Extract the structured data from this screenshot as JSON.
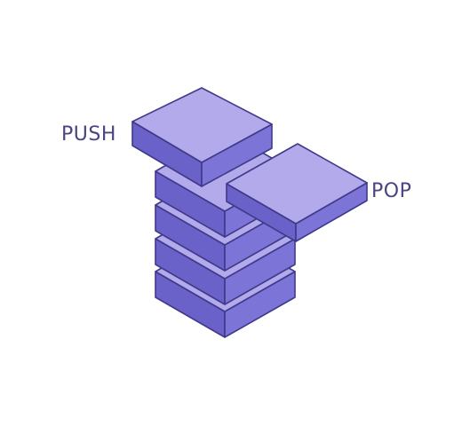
{
  "labels": {
    "push": "PUSH",
    "pop": "POP"
  },
  "colors": {
    "top_face": "#b2aaeb",
    "left_face": "#6a62c9",
    "right_face": "#7d74d8",
    "outline": "#3f3a8a",
    "label_text": "#4a4480"
  },
  "stack": {
    "resting_blocks": 4,
    "incoming_block": "push",
    "outgoing_block": "pop"
  }
}
